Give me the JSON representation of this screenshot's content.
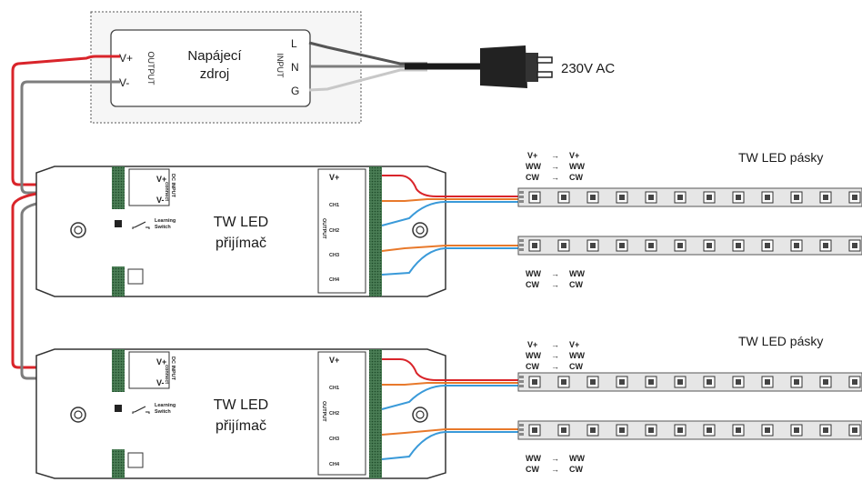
{
  "psu": {
    "title_line1": "Napájecí",
    "title_line2": "zdroj",
    "out_plus": "V+",
    "out_minus": "V-",
    "output_label": "OUTPUT",
    "input_label": "INPUT",
    "in_l": "L",
    "in_n": "N",
    "in_g": "G"
  },
  "mains_label": "230V AC",
  "receivers": [
    {
      "title_line1": "TW LED",
      "title_line2": "přijímač",
      "dc_input": "DC INPUT",
      "v_plus": "V+",
      "v_minus": "V-",
      "connect": "connect",
      "learning_line1": "Learning",
      "learning_line2": "Switch",
      "output_label": "OUTPUT",
      "ch_v": "V+",
      "ch1": "CH1",
      "ch2": "CH2",
      "ch3": "CH3",
      "ch4": "CH4"
    },
    {
      "title_line1": "TW LED",
      "title_line2": "přijímač",
      "dc_input": "DC INPUT",
      "v_plus": "V+",
      "v_minus": "V-",
      "connect": "connect",
      "learning_line1": "Learning",
      "learning_line2": "Switch",
      "output_label": "OUTPUT",
      "ch_v": "V+",
      "ch1": "CH1",
      "ch2": "CH2",
      "ch3": "CH3",
      "ch4": "CH4"
    }
  ],
  "strip_groups": [
    {
      "title": "TW LED pásky",
      "top_mapping": [
        {
          "from": "V+",
          "to": "V+"
        },
        {
          "from": "WW",
          "to": "WW"
        },
        {
          "from": "CW",
          "to": "CW"
        }
      ],
      "bottom_mapping": [
        {
          "from": "WW",
          "to": "WW"
        },
        {
          "from": "CW",
          "to": "CW"
        }
      ]
    },
    {
      "title": "TW LED pásky",
      "top_mapping": [
        {
          "from": "V+",
          "to": "V+"
        },
        {
          "from": "WW",
          "to": "WW"
        },
        {
          "from": "CW",
          "to": "CW"
        }
      ],
      "bottom_mapping": [
        {
          "from": "WW",
          "to": "WW"
        },
        {
          "from": "CW",
          "to": "CW"
        }
      ]
    }
  ],
  "arrow_glyph": "→",
  "colors": {
    "wire_red": "#d9242a",
    "wire_gray": "#7d7d7d",
    "wire_light": "#c8c8c8",
    "wire_dark": "#555555",
    "wire_blue": "#3a9ad9",
    "wire_orange": "#e8792b",
    "terminal_green": "#2f6a3c",
    "strip_fill": "#e6e6e6",
    "led_fill": "#444444"
  }
}
